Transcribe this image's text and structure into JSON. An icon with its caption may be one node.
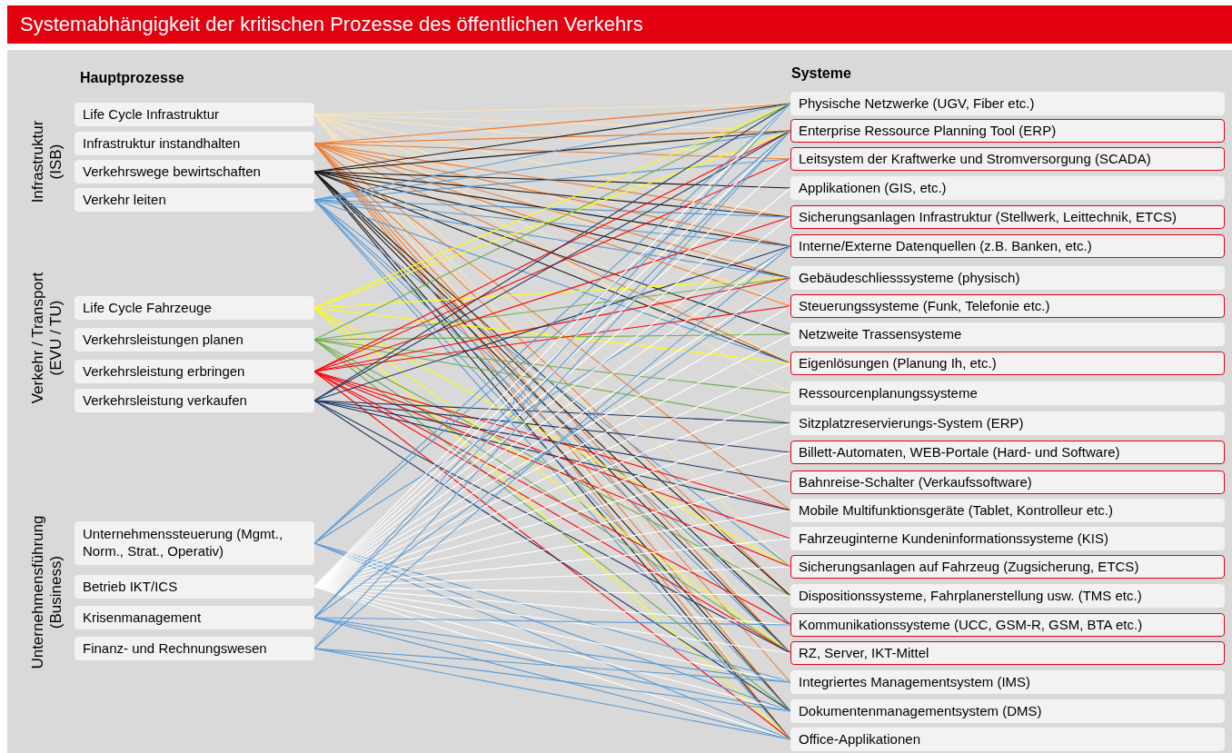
{
  "diagram": {
    "title": "Systemabhängigkeit der kritischen Prozesse des öffentlichen Verkehrs",
    "nodes": [
      {
        "text": [
          "Life Cycle Infrastruktur"
        ]
      },
      {
        "text": [
          "Infrastruktur instandhalten"
        ]
      },
      {
        "text": [
          "Verkehrswege bewirtschaften"
        ]
      },
      {
        "text": [
          "Verkehr leiten"
        ]
      },
      {
        "text": [
          "Life Cycle Fahrzeuge"
        ]
      },
      {
        "text": [
          "Verkehrsleistungen planen"
        ]
      },
      {
        "text": [
          "Verkehrsleistung erbringen"
        ]
      },
      {
        "text": [
          "Verkehrsleistung verkaufen"
        ]
      },
      {
        "text": [
          "Unternehmenssteuerung (Mgmt., Norm., Strat., Operativ)"
        ]
      },
      {
        "text": [
          "Betrieb IKT/ICS"
        ]
      },
      {
        "text": [
          "Krisenmanagement"
        ]
      },
      {
        "text": [
          "Finanz- und Rechnungswesen"
        ]
      },
      {
        "text": [
          "Physische Netzwerke (UGV, Fiber etc.)"
        ]
      },
      {
        "text": [
          "Enterprise Ressource Planning Tool (ERP)"
        ]
      },
      {
        "text": [
          "Leitsystem der Kraftwerke und Stromversorgung (SCADA)"
        ]
      },
      {
        "text": [
          "Applikationen (GIS, etc.)"
        ]
      },
      {
        "text": [
          "Sicherungsanlagen Infrastruktur (Stellwerk, Leittechnik, ETCS)"
        ]
      },
      {
        "text": [
          "Interne/Externe Datenquellen (z.B. Banken, etc.)"
        ]
      },
      {
        "text": [
          "Gebäudeschliesssysteme (physisch)"
        ]
      },
      {
        "text": [
          "Steuerungssysteme (Funk, Telefonie etc.)"
        ]
      },
      {
        "text": [
          "Netzweite Trassensysteme"
        ]
      },
      {
        "text": [
          "Eigenlösungen (Planung Ih, etc.)"
        ]
      },
      {
        "text": [
          "Ressourcenplanungssysteme"
        ]
      },
      {
        "text": [
          "Sitzplatzreservierungs-System (ERP)"
        ]
      },
      {
        "text": [
          "Billett-Automaten, WEB-Portale (Hard- und Software)"
        ]
      },
      {
        "text": [
          "Bahnreise-Schalter (Verkaufssoftware)"
        ]
      },
      {
        "text": [
          "Mobile Multifunktionsgeräte (Tablet, Kontrolleur etc.)"
        ]
      },
      {
        "text": [
          "Fahrzeuginterne Kundeninformationssysteme (KIS)"
        ]
      },
      {
        "text": [
          "Sicherungsanlagen auf Fahrzeug (Zugsicherung, ETCS)"
        ]
      },
      {
        "text": [
          "Dispositionssysteme, Fahrplanerstellung usw. (TMS etc.)"
        ]
      },
      {
        "text": [
          "Kommunikationssysteme (UCC, GSM-R, GSM, BTA etc.)"
        ]
      },
      {
        "text": [
          "RZ, Server, IKT-Mittel"
        ]
      },
      {
        "text": [
          "Integriertes Managementsystem (IMS)"
        ]
      },
      {
        "text": [
          "Dokumentenmanagementsystem (DMS)"
        ]
      },
      {
        "text": [
          "Office-Applikationen"
        ]
      }
    ],
    "edges": [
      {
        "from": 0,
        "to": 12,
        "arrow": "none",
        "color": "#fbe5b6"
      },
      {
        "from": 0,
        "to": 13,
        "arrow": "none",
        "color": "#fbe5b6"
      },
      {
        "from": 0,
        "to": 14,
        "arrow": "none",
        "color": "#fbe5b6"
      },
      {
        "from": 0,
        "to": 16,
        "arrow": "none",
        "color": "#fbe5b6"
      },
      {
        "from": 0,
        "to": 18,
        "arrow": "none",
        "color": "#fbe5b6"
      },
      {
        "from": 0,
        "to": 19,
        "arrow": "none",
        "color": "#fbe5b6"
      },
      {
        "from": 0,
        "to": 21,
        "arrow": "none",
        "color": "#fbe5b6"
      },
      {
        "from": 0,
        "to": 22,
        "arrow": "none",
        "color": "#fbe5b6"
      },
      {
        "from": 0,
        "to": 28,
        "arrow": "none",
        "color": "#fbe5b6"
      },
      {
        "from": 0,
        "to": 30,
        "arrow": "none",
        "color": "#fbe5b6"
      },
      {
        "from": 0,
        "to": 31,
        "arrow": "none",
        "color": "#fbe5b6"
      },
      {
        "from": 0,
        "to": 33,
        "arrow": "none",
        "color": "#fbe5b6"
      },
      {
        "from": 0,
        "to": 34,
        "arrow": "none",
        "color": "#fbe5b6"
      },
      {
        "from": 1,
        "to": 12,
        "arrow": "none",
        "color": "#ed7d31"
      },
      {
        "from": 1,
        "to": 13,
        "arrow": "none",
        "color": "#ed7d31"
      },
      {
        "from": 1,
        "to": 14,
        "arrow": "none",
        "color": "#ed7d31"
      },
      {
        "from": 1,
        "to": 16,
        "arrow": "none",
        "color": "#ed7d31"
      },
      {
        "from": 1,
        "to": 17,
        "arrow": "none",
        "color": "#ed7d31"
      },
      {
        "from": 1,
        "to": 18,
        "arrow": "none",
        "color": "#ed7d31"
      },
      {
        "from": 1,
        "to": 19,
        "arrow": "none",
        "color": "#ed7d31"
      },
      {
        "from": 1,
        "to": 21,
        "arrow": "none",
        "color": "#ed7d31"
      },
      {
        "from": 1,
        "to": 26,
        "arrow": "none",
        "color": "#ed7d31"
      },
      {
        "from": 1,
        "to": 29,
        "arrow": "none",
        "color": "#ed7d31"
      },
      {
        "from": 1,
        "to": 31,
        "arrow": "none",
        "color": "#ed7d31"
      },
      {
        "from": 1,
        "to": 32,
        "arrow": "none",
        "color": "#ed7d31"
      },
      {
        "from": 1,
        "to": 33,
        "arrow": "none",
        "color": "#ed7d31"
      },
      {
        "from": 1,
        "to": 34,
        "arrow": "none",
        "color": "#ed7d31"
      },
      {
        "from": 2,
        "to": 12,
        "arrow": "none",
        "color": "#1a1a1a"
      },
      {
        "from": 2,
        "to": 13,
        "arrow": "none",
        "color": "#1a1a1a"
      },
      {
        "from": 2,
        "to": 15,
        "arrow": "none",
        "color": "#1a1a1a"
      },
      {
        "from": 2,
        "to": 16,
        "arrow": "none",
        "color": "#1a1a1a"
      },
      {
        "from": 2,
        "to": 17,
        "arrow": "none",
        "color": "#1a1a1a"
      },
      {
        "from": 2,
        "to": 18,
        "arrow": "none",
        "color": "#1a1a1a"
      },
      {
        "from": 2,
        "to": 20,
        "arrow": "none",
        "color": "#1a1a1a"
      },
      {
        "from": 2,
        "to": 21,
        "arrow": "none",
        "color": "#1a1a1a"
      },
      {
        "from": 2,
        "to": 29,
        "arrow": "none",
        "color": "#1a1a1a"
      },
      {
        "from": 2,
        "to": 30,
        "arrow": "none",
        "color": "#1a1a1a"
      },
      {
        "from": 2,
        "to": 31,
        "arrow": "none",
        "color": "#1a1a1a"
      },
      {
        "from": 2,
        "to": 33,
        "arrow": "none",
        "color": "#1a1a1a"
      },
      {
        "from": 2,
        "to": 34,
        "arrow": "none",
        "color": "#1a1a1a"
      },
      {
        "from": 3,
        "to": 12,
        "arrow": "none",
        "color": "#5b9bd5"
      },
      {
        "from": 3,
        "to": 13,
        "arrow": "none",
        "color": "#5b9bd5"
      },
      {
        "from": 3,
        "to": 14,
        "arrow": "none",
        "color": "#5b9bd5"
      },
      {
        "from": 3,
        "to": 16,
        "arrow": "none",
        "color": "#5b9bd5"
      },
      {
        "from": 3,
        "to": 17,
        "arrow": "none",
        "color": "#5b9bd5"
      },
      {
        "from": 3,
        "to": 18,
        "arrow": "none",
        "color": "#5b9bd5"
      },
      {
        "from": 3,
        "to": 21,
        "arrow": "none",
        "color": "#5b9bd5"
      },
      {
        "from": 3,
        "to": 28,
        "arrow": "none",
        "color": "#5b9bd5"
      },
      {
        "from": 3,
        "to": 30,
        "arrow": "none",
        "color": "#5b9bd5"
      },
      {
        "from": 3,
        "to": 31,
        "arrow": "none",
        "color": "#5b9bd5"
      },
      {
        "from": 3,
        "to": 33,
        "arrow": "none",
        "color": "#5b9bd5"
      },
      {
        "from": 3,
        "to": 34,
        "arrow": "none",
        "color": "#5b9bd5"
      },
      {
        "from": 4,
        "to": 12,
        "arrow": "none",
        "color": "#ffff00"
      },
      {
        "from": 4,
        "to": 13,
        "arrow": "none",
        "color": "#ffff00"
      },
      {
        "from": 4,
        "to": 18,
        "arrow": "none",
        "color": "#ffff00"
      },
      {
        "from": 4,
        "to": 21,
        "arrow": "none",
        "color": "#ffff00"
      },
      {
        "from": 4,
        "to": 28,
        "arrow": "none",
        "color": "#ffff00"
      },
      {
        "from": 4,
        "to": 31,
        "arrow": "none",
        "color": "#ffff00"
      },
      {
        "from": 4,
        "to": 34,
        "arrow": "none",
        "color": "#ffff00"
      },
      {
        "from": 5,
        "to": 12,
        "arrow": "none",
        "color": "#70ad47"
      },
      {
        "from": 5,
        "to": 18,
        "arrow": "none",
        "color": "#70ad47"
      },
      {
        "from": 5,
        "to": 20,
        "arrow": "none",
        "color": "#70ad47"
      },
      {
        "from": 5,
        "to": 22,
        "arrow": "none",
        "color": "#70ad47"
      },
      {
        "from": 5,
        "to": 23,
        "arrow": "none",
        "color": "#70ad47"
      },
      {
        "from": 5,
        "to": 29,
        "arrow": "none",
        "color": "#70ad47"
      },
      {
        "from": 5,
        "to": 31,
        "arrow": "none",
        "color": "#70ad47"
      },
      {
        "from": 5,
        "to": 33,
        "arrow": "none",
        "color": "#70ad47"
      },
      {
        "from": 6,
        "to": 13,
        "arrow": "none",
        "color": "#ff0000"
      },
      {
        "from": 6,
        "to": 14,
        "arrow": "none",
        "color": "#ff0000"
      },
      {
        "from": 6,
        "to": 16,
        "arrow": "none",
        "color": "#ff0000"
      },
      {
        "from": 6,
        "to": 18,
        "arrow": "none",
        "color": "#ff0000"
      },
      {
        "from": 6,
        "to": 19,
        "arrow": "none",
        "color": "#ff0000"
      },
      {
        "from": 6,
        "to": 26,
        "arrow": "none",
        "color": "#ff0000"
      },
      {
        "from": 6,
        "to": 27,
        "arrow": "none",
        "color": "#ff0000"
      },
      {
        "from": 6,
        "to": 28,
        "arrow": "none",
        "color": "#ff0000"
      },
      {
        "from": 6,
        "to": 30,
        "arrow": "none",
        "color": "#ff0000"
      },
      {
        "from": 6,
        "to": 31,
        "arrow": "none",
        "color": "#ff0000"
      },
      {
        "from": 6,
        "to": 34,
        "arrow": "none",
        "color": "#ff0000"
      },
      {
        "from": 7,
        "to": 12,
        "arrow": "none",
        "color": "#1f3864"
      },
      {
        "from": 7,
        "to": 13,
        "arrow": "none",
        "color": "#1f3864"
      },
      {
        "from": 7,
        "to": 17,
        "arrow": "none",
        "color": "#1f3864"
      },
      {
        "from": 7,
        "to": 23,
        "arrow": "none",
        "color": "#1f3864"
      },
      {
        "from": 7,
        "to": 24,
        "arrow": "none",
        "color": "#1f3864"
      },
      {
        "from": 7,
        "to": 25,
        "arrow": "none",
        "color": "#1f3864"
      },
      {
        "from": 7,
        "to": 26,
        "arrow": "none",
        "color": "#1f3864"
      },
      {
        "from": 7,
        "to": 31,
        "arrow": "none",
        "color": "#1f3864"
      },
      {
        "from": 7,
        "to": 33,
        "arrow": "none",
        "color": "#1f3864"
      },
      {
        "from": 8,
        "to": 12,
        "arrow": "none",
        "color": "#5b9bd5"
      },
      {
        "from": 8,
        "to": 13,
        "arrow": "none",
        "color": "#5b9bd5"
      },
      {
        "from": 8,
        "to": 17,
        "arrow": "none",
        "color": "#5b9bd5"
      },
      {
        "from": 8,
        "to": 32,
        "arrow": "none",
        "color": "#5b9bd5"
      },
      {
        "from": 8,
        "to": 33,
        "arrow": "none",
        "color": "#5b9bd5"
      },
      {
        "from": 8,
        "to": 34,
        "arrow": "none",
        "color": "#5b9bd5"
      },
      {
        "from": 9,
        "to": 12,
        "arrow": "none",
        "color": "#ffffff"
      },
      {
        "from": 9,
        "to": 13,
        "arrow": "none",
        "color": "#ffffff"
      },
      {
        "from": 9,
        "to": 14,
        "arrow": "none",
        "color": "#ffffff"
      },
      {
        "from": 9,
        "to": 15,
        "arrow": "none",
        "color": "#ffffff"
      },
      {
        "from": 9,
        "to": 16,
        "arrow": "none",
        "color": "#ffffff"
      },
      {
        "from": 9,
        "to": 17,
        "arrow": "none",
        "color": "#ffffff"
      },
      {
        "from": 9,
        "to": 18,
        "arrow": "none",
        "color": "#ffffff"
      },
      {
        "from": 9,
        "to": 19,
        "arrow": "none",
        "color": "#ffffff"
      },
      {
        "from": 9,
        "to": 20,
        "arrow": "none",
        "color": "#ffffff"
      },
      {
        "from": 9,
        "to": 21,
        "arrow": "none",
        "color": "#ffffff"
      },
      {
        "from": 9,
        "to": 22,
        "arrow": "none",
        "color": "#ffffff"
      },
      {
        "from": 9,
        "to": 23,
        "arrow": "none",
        "color": "#ffffff"
      },
      {
        "from": 9,
        "to": 24,
        "arrow": "none",
        "color": "#ffffff"
      },
      {
        "from": 9,
        "to": 25,
        "arrow": "none",
        "color": "#ffffff"
      },
      {
        "from": 9,
        "to": 26,
        "arrow": "none",
        "color": "#ffffff"
      },
      {
        "from": 9,
        "to": 27,
        "arrow": "none",
        "color": "#ffffff"
      },
      {
        "from": 9,
        "to": 28,
        "arrow": "none",
        "color": "#ffffff"
      },
      {
        "from": 9,
        "to": 29,
        "arrow": "none",
        "color": "#ffffff"
      },
      {
        "from": 9,
        "to": 30,
        "arrow": "none",
        "color": "#ffffff"
      },
      {
        "from": 9,
        "to": 31,
        "arrow": "none",
        "color": "#ffffff"
      },
      {
        "from": 9,
        "to": 32,
        "arrow": "none",
        "color": "#ffffff"
      },
      {
        "from": 9,
        "to": 33,
        "arrow": "none",
        "color": "#ffffff"
      },
      {
        "from": 9,
        "to": 34,
        "arrow": "none",
        "color": "#ffffff"
      },
      {
        "from": 10,
        "to": 12,
        "arrow": "none",
        "color": "#5b9bd5"
      },
      {
        "from": 10,
        "to": 13,
        "arrow": "none",
        "color": "#5b9bd5"
      },
      {
        "from": 10,
        "to": 18,
        "arrow": "none",
        "color": "#5b9bd5"
      },
      {
        "from": 10,
        "to": 30,
        "arrow": "none",
        "color": "#5b9bd5"
      },
      {
        "from": 10,
        "to": 32,
        "arrow": "none",
        "color": "#5b9bd5"
      },
      {
        "from": 10,
        "to": 33,
        "arrow": "none",
        "color": "#5b9bd5"
      },
      {
        "from": 10,
        "to": 34,
        "arrow": "none",
        "color": "#5b9bd5"
      },
      {
        "from": 11,
        "to": 13,
        "arrow": "none",
        "color": "#5b9bd5"
      },
      {
        "from": 11,
        "to": 17,
        "arrow": "none",
        "color": "#5b9bd5"
      },
      {
        "from": 11,
        "to": 32,
        "arrow": "none",
        "color": "#5b9bd5"
      },
      {
        "from": 11,
        "to": 33,
        "arrow": "none",
        "color": "#5b9bd5"
      },
      {
        "from": 11,
        "to": 34,
        "arrow": "none",
        "color": "#5b9bd5"
      }
    ],
    "labels": [
      "Hauptprozesse",
      "Systeme",
      "Infrastruktur (ISB)",
      "Verkehr / Transport (EVU / TU)",
      "Unternehmensführung (Business)"
    ]
  }
}
